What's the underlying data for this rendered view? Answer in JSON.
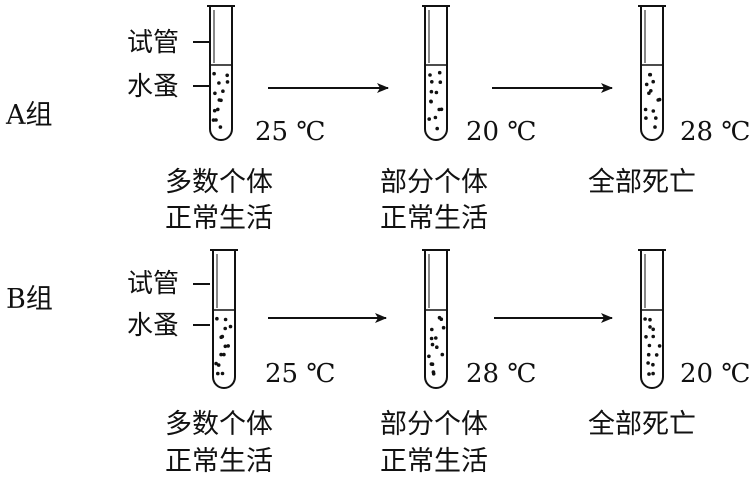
{
  "labels": {
    "tube": "试管",
    "larvae": "水蚤"
  },
  "groups": [
    {
      "name": "A组",
      "stages": [
        {
          "temp": "25 ℃",
          "result_line1": "多数个体",
          "result_line2": "正常生活"
        },
        {
          "temp": "20 ℃",
          "result_line1": "部分个体",
          "result_line2": "正常生活"
        },
        {
          "temp": "28 ℃",
          "result_line1": "全部死亡",
          "result_line2": ""
        }
      ]
    },
    {
      "name": "B组",
      "stages": [
        {
          "temp": "25 ℃",
          "result_line1": "多数个体",
          "result_line2": "正常生活"
        },
        {
          "temp": "28 ℃",
          "result_line1": "部分个体",
          "result_line2": "正常生活"
        },
        {
          "temp": "20 ℃",
          "result_line1": "全部死亡",
          "result_line2": ""
        }
      ]
    }
  ]
}
